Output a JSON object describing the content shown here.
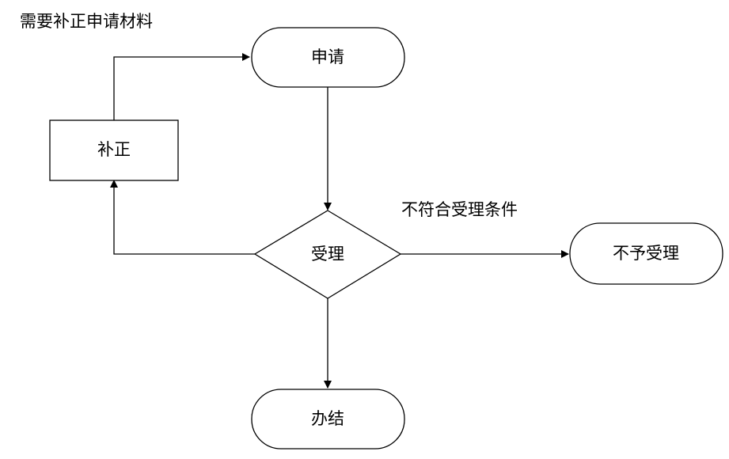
{
  "nodes": {
    "apply": "申请",
    "correct": "补正",
    "accept": "受理",
    "reject": "不予受理",
    "done": "办结"
  },
  "edge_labels": {
    "needs_correction": "需要补正申请材料",
    "not_qualified": "不符合受理条件"
  }
}
